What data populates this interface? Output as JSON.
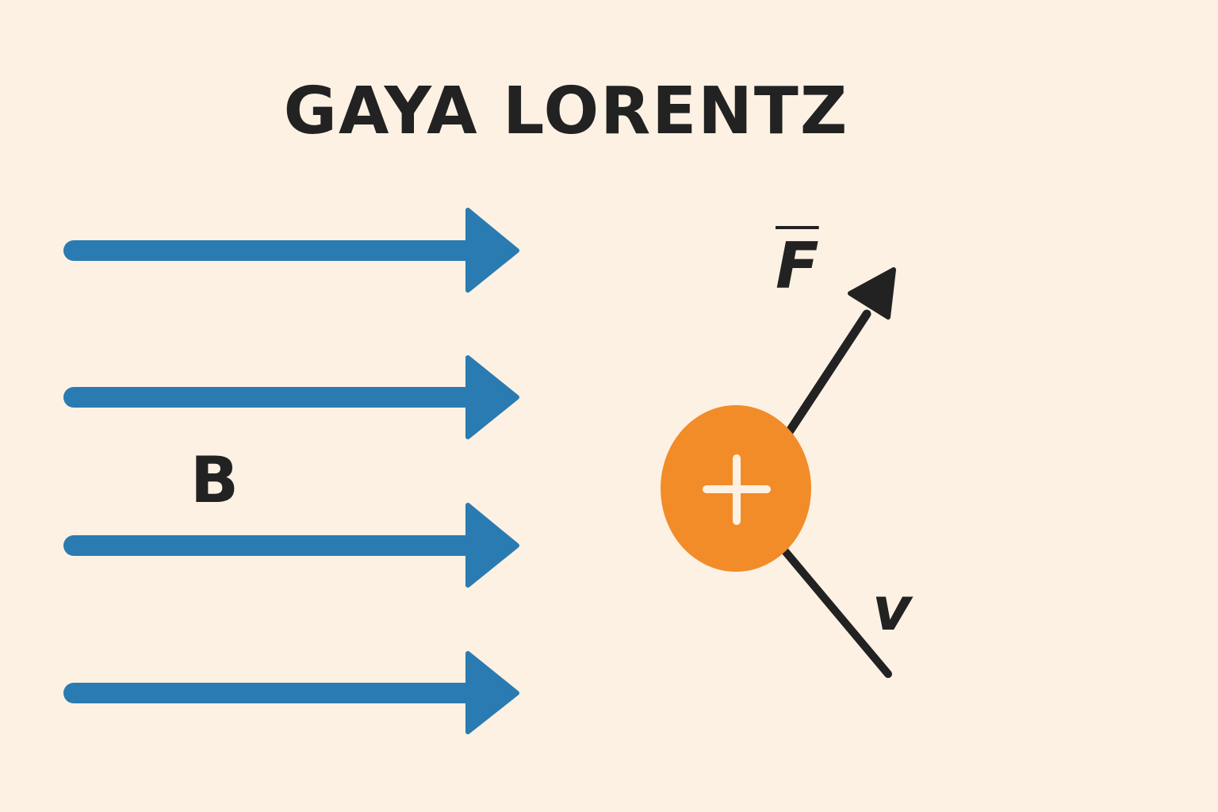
{
  "title": "GAYA LORENTZ",
  "labels": {
    "magnetic_field": "B",
    "force": "F",
    "velocity": "v",
    "charge_sign": "+"
  },
  "colors": {
    "background": "#FDF1E3",
    "field_arrow": "#2A7BB2",
    "charge": "#F28C28",
    "vector": "#222222",
    "text": "#222222",
    "charge_symbol": "#FDF1E3"
  }
}
